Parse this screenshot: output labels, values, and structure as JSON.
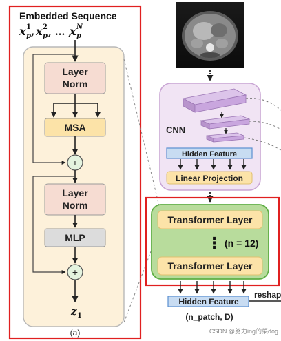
{
  "panel_a": {
    "title": "Embedded Sequence",
    "input_seq": {
      "x": "x",
      "p": "p",
      "sup1": "1",
      "sup2": "2",
      "supN": "N",
      "sep1": ",",
      "sep2": ",",
      "ellipsis": ", ... ,"
    },
    "layer_norm_top": [
      "Layer",
      "Norm"
    ],
    "msa": "MSA",
    "plus_top": "+",
    "layer_norm_bottom": [
      "Layer",
      "Norm"
    ],
    "mlp": "MLP",
    "plus_bottom": "+",
    "output": {
      "z": "z",
      "sub": "1"
    },
    "caption": "(a)"
  },
  "panel_b": {
    "cnn_label": "CNN",
    "hidden_feature_top": "Hidden Feature",
    "linear_projection": "Linear Projection",
    "transformer_layer_top": "Transformer Layer",
    "repeat_dots": "⋮",
    "repeat_count": "(n = 12)",
    "transformer_layer_bottom": "Transformer Layer",
    "hidden_feature_bottom": "Hidden Feature",
    "output_shape": "(n_patch, D)",
    "reshape_fragment": "reshap"
  },
  "watermark": "CSDN @努力ing的菜dog",
  "colors": {
    "highlight_red": "#e02020",
    "encoder_bg": "#fdf1da",
    "layer_norm_fill": "#f6dcd2",
    "msa_fill": "#fce3a8",
    "mlp_fill": "#dcdcdc",
    "plus_fill": "#e4f3df",
    "cnn_fill": "#f1e4f4",
    "cnn_border": "#c9a6d4",
    "cnn_block": "#c9a6de",
    "hidden_feature_fill": "#c8dcf2",
    "hidden_feature_border": "#5b8fd0",
    "linear_projection_fill": "#fce3a8",
    "transformer_group_fill": "#b8dc9c",
    "transformer_group_border": "#5fae44",
    "transformer_layer_fill": "#fce3a8"
  }
}
